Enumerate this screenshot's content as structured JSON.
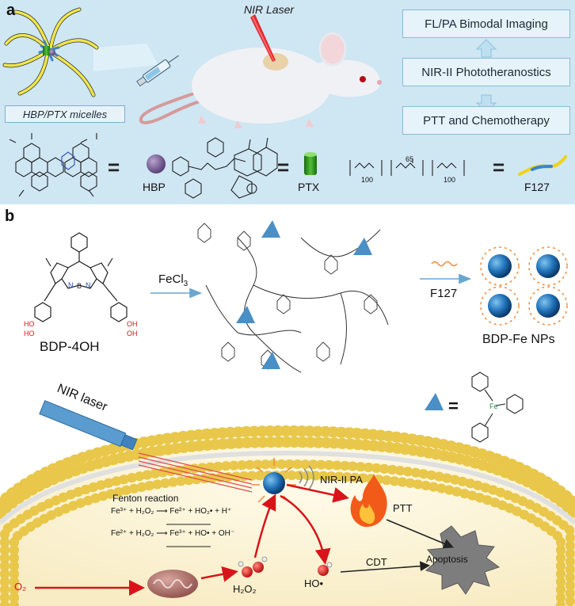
{
  "panel_a": {
    "letter": "a",
    "laser_label": "NIR Laser",
    "micelle_label": "HBP/PTX micelles",
    "flow": [
      "FL/PA Bimodal Imaging",
      "NIR-II Phototheranostics",
      "PTT and Chemotherapy"
    ],
    "legend": [
      {
        "symbol": "=",
        "name": "HBP"
      },
      {
        "symbol": "=",
        "name": "PTX"
      },
      {
        "symbol": "=",
        "name": "F127"
      }
    ],
    "polymer_subscripts": [
      "100",
      "65",
      "100"
    ]
  },
  "panel_b": {
    "letter": "b",
    "monomer": "BDP-4OH",
    "reagent1": "FeCl",
    "reagent1_sub": "3",
    "reagent2": "F127",
    "product": "BDP-Fe NPs",
    "triangle_eq": "=",
    "laser": "NIR laser",
    "pa": "NIR-II PA",
    "ptt": "PTT",
    "cdt": "CDT",
    "apoptosis": "Apoptosis",
    "fenton_title": "Fenton reaction",
    "reactions": [
      "Fe³⁺ + H₂O₂ ⟶ Fe²⁺ + HO₂• + H⁺",
      "Fe²⁺ + H₂O₂ ⟶ Fe³⁺ + HO• + OH⁻"
    ],
    "o2": "O₂",
    "h2o2": "H₂O₂",
    "ho": "HO•"
  }
}
